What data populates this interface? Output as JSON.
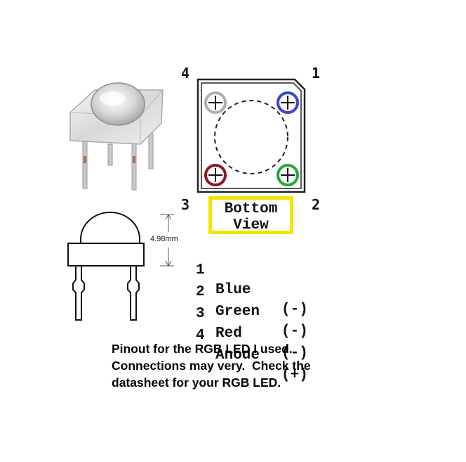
{
  "bottom_view": {
    "pin_numbers": [
      "4",
      "1",
      "3",
      "2"
    ],
    "label_lines": [
      "Bottom",
      "View"
    ],
    "pins": [
      {
        "corner": "top-left",
        "color": "#b0b0b0"
      },
      {
        "corner": "top-right",
        "color": "#3b46c9"
      },
      {
        "corner": "bottom-left",
        "color": "#8b1a1f"
      },
      {
        "corner": "bottom-right",
        "color": "#22a83a"
      }
    ],
    "colors": {
      "label_border": "#f2e600",
      "outline": "#222222"
    }
  },
  "pinout": [
    {
      "num": "1",
      "name": "Blue",
      "polarity": "(-)"
    },
    {
      "num": "2",
      "name": "Green",
      "polarity": "(-)"
    },
    {
      "num": "3",
      "name": "Red",
      "polarity": "(-)"
    },
    {
      "num": "4",
      "name": "Anode",
      "polarity": "(+)"
    }
  ],
  "side_view": {
    "height_label": "4.98mm"
  },
  "caption": [
    "Pinout for the RGB LED I used.",
    "Connections may very.  Check the",
    "datasheet for your RGB LED."
  ]
}
